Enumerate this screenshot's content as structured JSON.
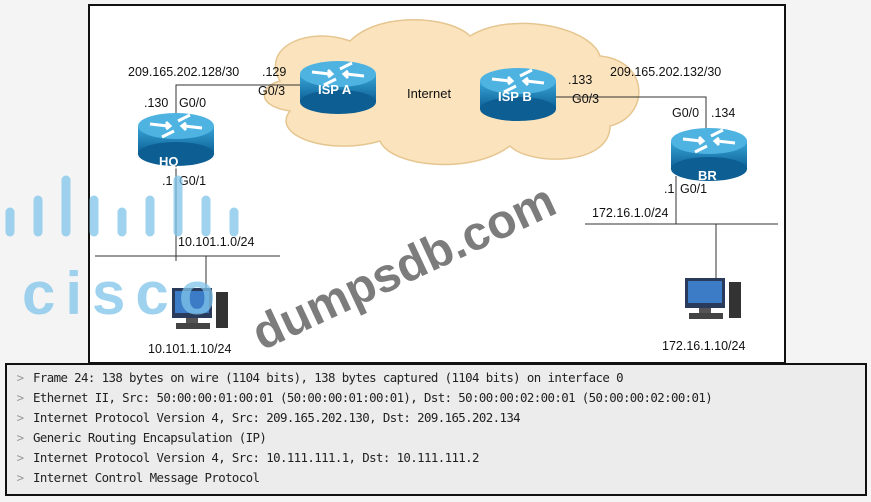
{
  "diagram": {
    "cloud_label": "Internet",
    "routers": {
      "hq": "HQ",
      "ispa": "ISP A",
      "ispb": "ISP B",
      "br": "BR"
    },
    "labels": {
      "net_left": "209.165.202.128/30",
      "ispa_ip": ".129",
      "ispa_if": "G0/3",
      "hq_wan_ip": ".130",
      "hq_wan_if": "G0/0",
      "hq_lan_ip": ".1",
      "hq_lan_if": "G0/1",
      "hq_lan_net": "10.101.1.0/24",
      "hq_pc": "10.101.1.10/24",
      "ispb_ip": ".133",
      "ispb_if": "G0/3",
      "net_right": "209.165.202.132/30",
      "br_wan_if": "G0/0",
      "br_wan_ip": ".134",
      "br_lan_ip": ".1",
      "br_lan_if": "G0/1",
      "br_lan_net": "172.16.1.0/24",
      "br_pc": "172.16.1.10/24"
    }
  },
  "packet_details": [
    "Frame 24: 138 bytes on wire (1104 bits), 138 bytes captured (1104 bits) on interface 0",
    "Ethernet II, Src: 50:00:00:01:00:01 (50:00:00:01:00:01), Dst: 50:00:00:02:00:01 (50:00:00:02:00:01)",
    "Internet Protocol Version 4, Src: 209.165.202.130, Dst: 209.165.202.134",
    "Generic Routing Encapsulation (IP)",
    "Internet Protocol Version 4, Src: 10.111.111.1, Dst: 10.111.111.2",
    "Internet Control Message Protocol"
  ],
  "chevron": ">",
  "watermarks": {
    "logo": "cisco",
    "site": "dumpsdb.com"
  }
}
